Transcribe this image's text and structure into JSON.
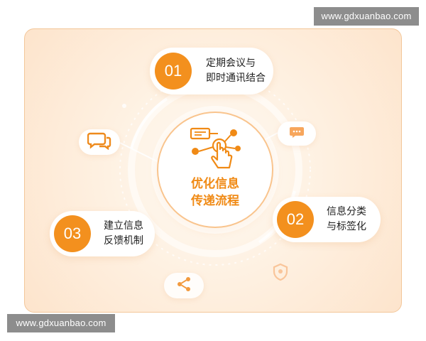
{
  "watermark": {
    "top": "www.gdxuanbao.com",
    "bottom": "www.gdxuanbao.com"
  },
  "center": {
    "title": "优化信息\n传递流程",
    "icon": "click-network-icon"
  },
  "steps": [
    {
      "number": "01",
      "text": "定期会议与\n即时通讯结合"
    },
    {
      "number": "02",
      "text": "信息分类\n与标签化"
    },
    {
      "number": "03",
      "text": "建立信息\n反馈机制"
    }
  ],
  "decor_icons": [
    "chat-bubbles-icon",
    "message-dots-icon",
    "share-icon",
    "shield-icon"
  ],
  "colors": {
    "accent": "#f3901e",
    "center_text": "#f08a15",
    "card_bg": "#fde4cc",
    "card_border": "#f3c79a"
  }
}
